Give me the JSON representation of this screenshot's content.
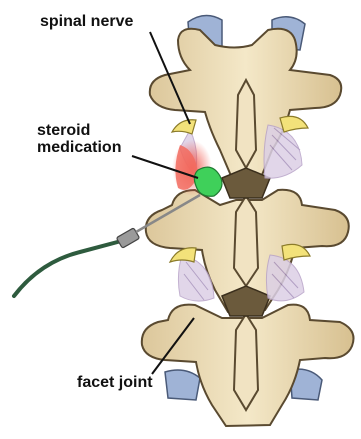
{
  "labels": {
    "spinal_nerve": "spinal nerve",
    "steroid_line1": "steroid",
    "steroid_line2": "medication",
    "facet_joint": "facet joint"
  },
  "colors": {
    "bone": "#f0e2be",
    "bone_shadow": "#c9b283",
    "bone_outline": "#5a4a30",
    "nerve": "#f3e27a",
    "medication": "#3fd05a",
    "inflammation": "#f25b52",
    "ligament": "#c9b6d6",
    "disc_blue": "#9aaed2",
    "catheter": "#2e5b3e",
    "needle": "#8a8a8a"
  },
  "icons": {
    "needle": "syringe-needle-icon"
  }
}
